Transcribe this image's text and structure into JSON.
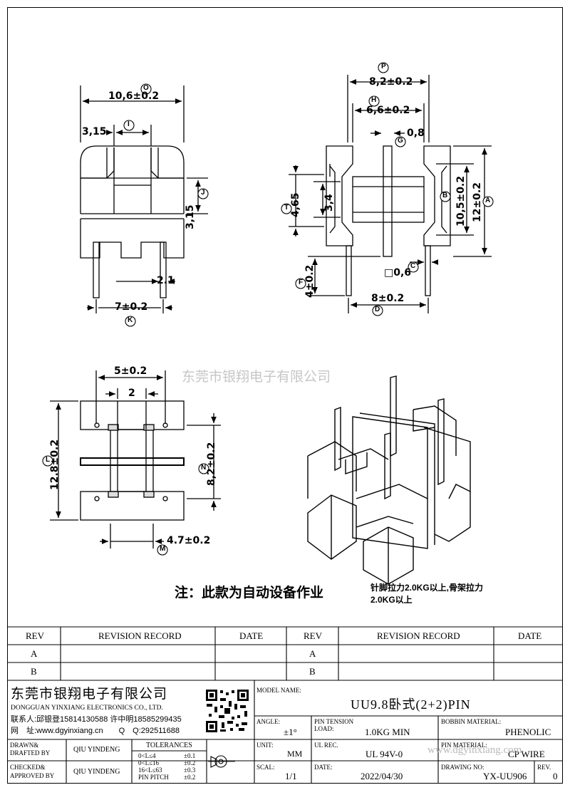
{
  "drawing": {
    "dims": {
      "o": "10,6±0.2",
      "i": "3,15",
      "j": "3,15",
      "k_pitch": "7±0.2",
      "k_pin": "2.1",
      "p": "8,2±0.2",
      "h": "6,6±0.2",
      "g": "0,8",
      "t": "4,65",
      "t_inner": "3,4",
      "b": "10,5±0.2",
      "a": "12±0.2",
      "f": "4±0.2",
      "c": "□0,6",
      "d": "8±0.2",
      "top_pitch": "5±0.2",
      "top_gap": "2",
      "l": "12.8±0.2",
      "n": "8,2±0.2",
      "m": "4.7±0.2"
    },
    "callouts": [
      "O",
      "I",
      "J",
      "K",
      "P",
      "H",
      "G",
      "T",
      "B",
      "A",
      "F",
      "C",
      "D",
      "L",
      "N",
      "M"
    ],
    "watermark": "东莞市银翔电子有限公司",
    "note_main": "注：此款为自动设备作业",
    "note_side_1": "针脚拉力2.0KG以上,骨架拉力",
    "note_side_2": "2.0KG以上"
  },
  "revision": {
    "headers": [
      "REV",
      "REVISION RECORD",
      "DATE",
      "REV",
      "REVISION RECORD",
      "DATE"
    ],
    "rows": [
      [
        "A",
        "",
        "",
        "A",
        "",
        ""
      ],
      [
        "B",
        "",
        "",
        "B",
        "",
        ""
      ]
    ]
  },
  "company": {
    "name_cn": "东莞市银翔电子有限公司",
    "name_en": "DONGGUAN YINXIANG ELECTRONICS CO., LTD.",
    "contact": "联系人:邱银登15814130588 许中明18585299435",
    "web": "网　址:www.dgyinxiang.cn　　Q　Q:292511688"
  },
  "title_block": {
    "model_name_label": "MODEL NAME:",
    "model_name": "UU9.8卧式(2+2)PIN",
    "angle_label": "ANGLE:",
    "angle": "±1°",
    "pin_tension_label": "PIN TENSION",
    "load_label": "LOAD:",
    "load": "1.0KG MIN",
    "bobbin_label": "BOBBIN MATERIAL:",
    "bobbin": "PHENOLIC",
    "drawn_label": "DRAWN&",
    "drafted_label": "DRAFTED BY",
    "drawn_by": "QIU YINDENG",
    "checked_label": "CHECKED&",
    "approved_label": "APPROVED BY",
    "approved_by": "QIU YINDENG",
    "tolerances_label": "TOLERANCES",
    "tol_rows": [
      [
        "0<L≤4",
        "±0.1"
      ],
      [
        "0<L≤16",
        "±0.2"
      ],
      [
        "16<L≤63",
        "±0.3"
      ],
      [
        "PIN PITCH",
        "±0.2"
      ]
    ],
    "unit_label": "UNIT:",
    "unit": "MM",
    "ul_label": "UL REC.",
    "ul": "UL 94V-0",
    "pin_material_label": "PIN MATERIAL:",
    "pin_material": "CP WIRE",
    "scale_label": "SCAL:",
    "scale": "1/1",
    "date_label": "DATE:",
    "date": "2022/04/30",
    "drawing_no_label": "DRAWING NO:",
    "drawing_no": "YX-UU906",
    "rev_label": "REV.",
    "rev": "0",
    "wm_text": "www.dgyinxiang.com"
  }
}
